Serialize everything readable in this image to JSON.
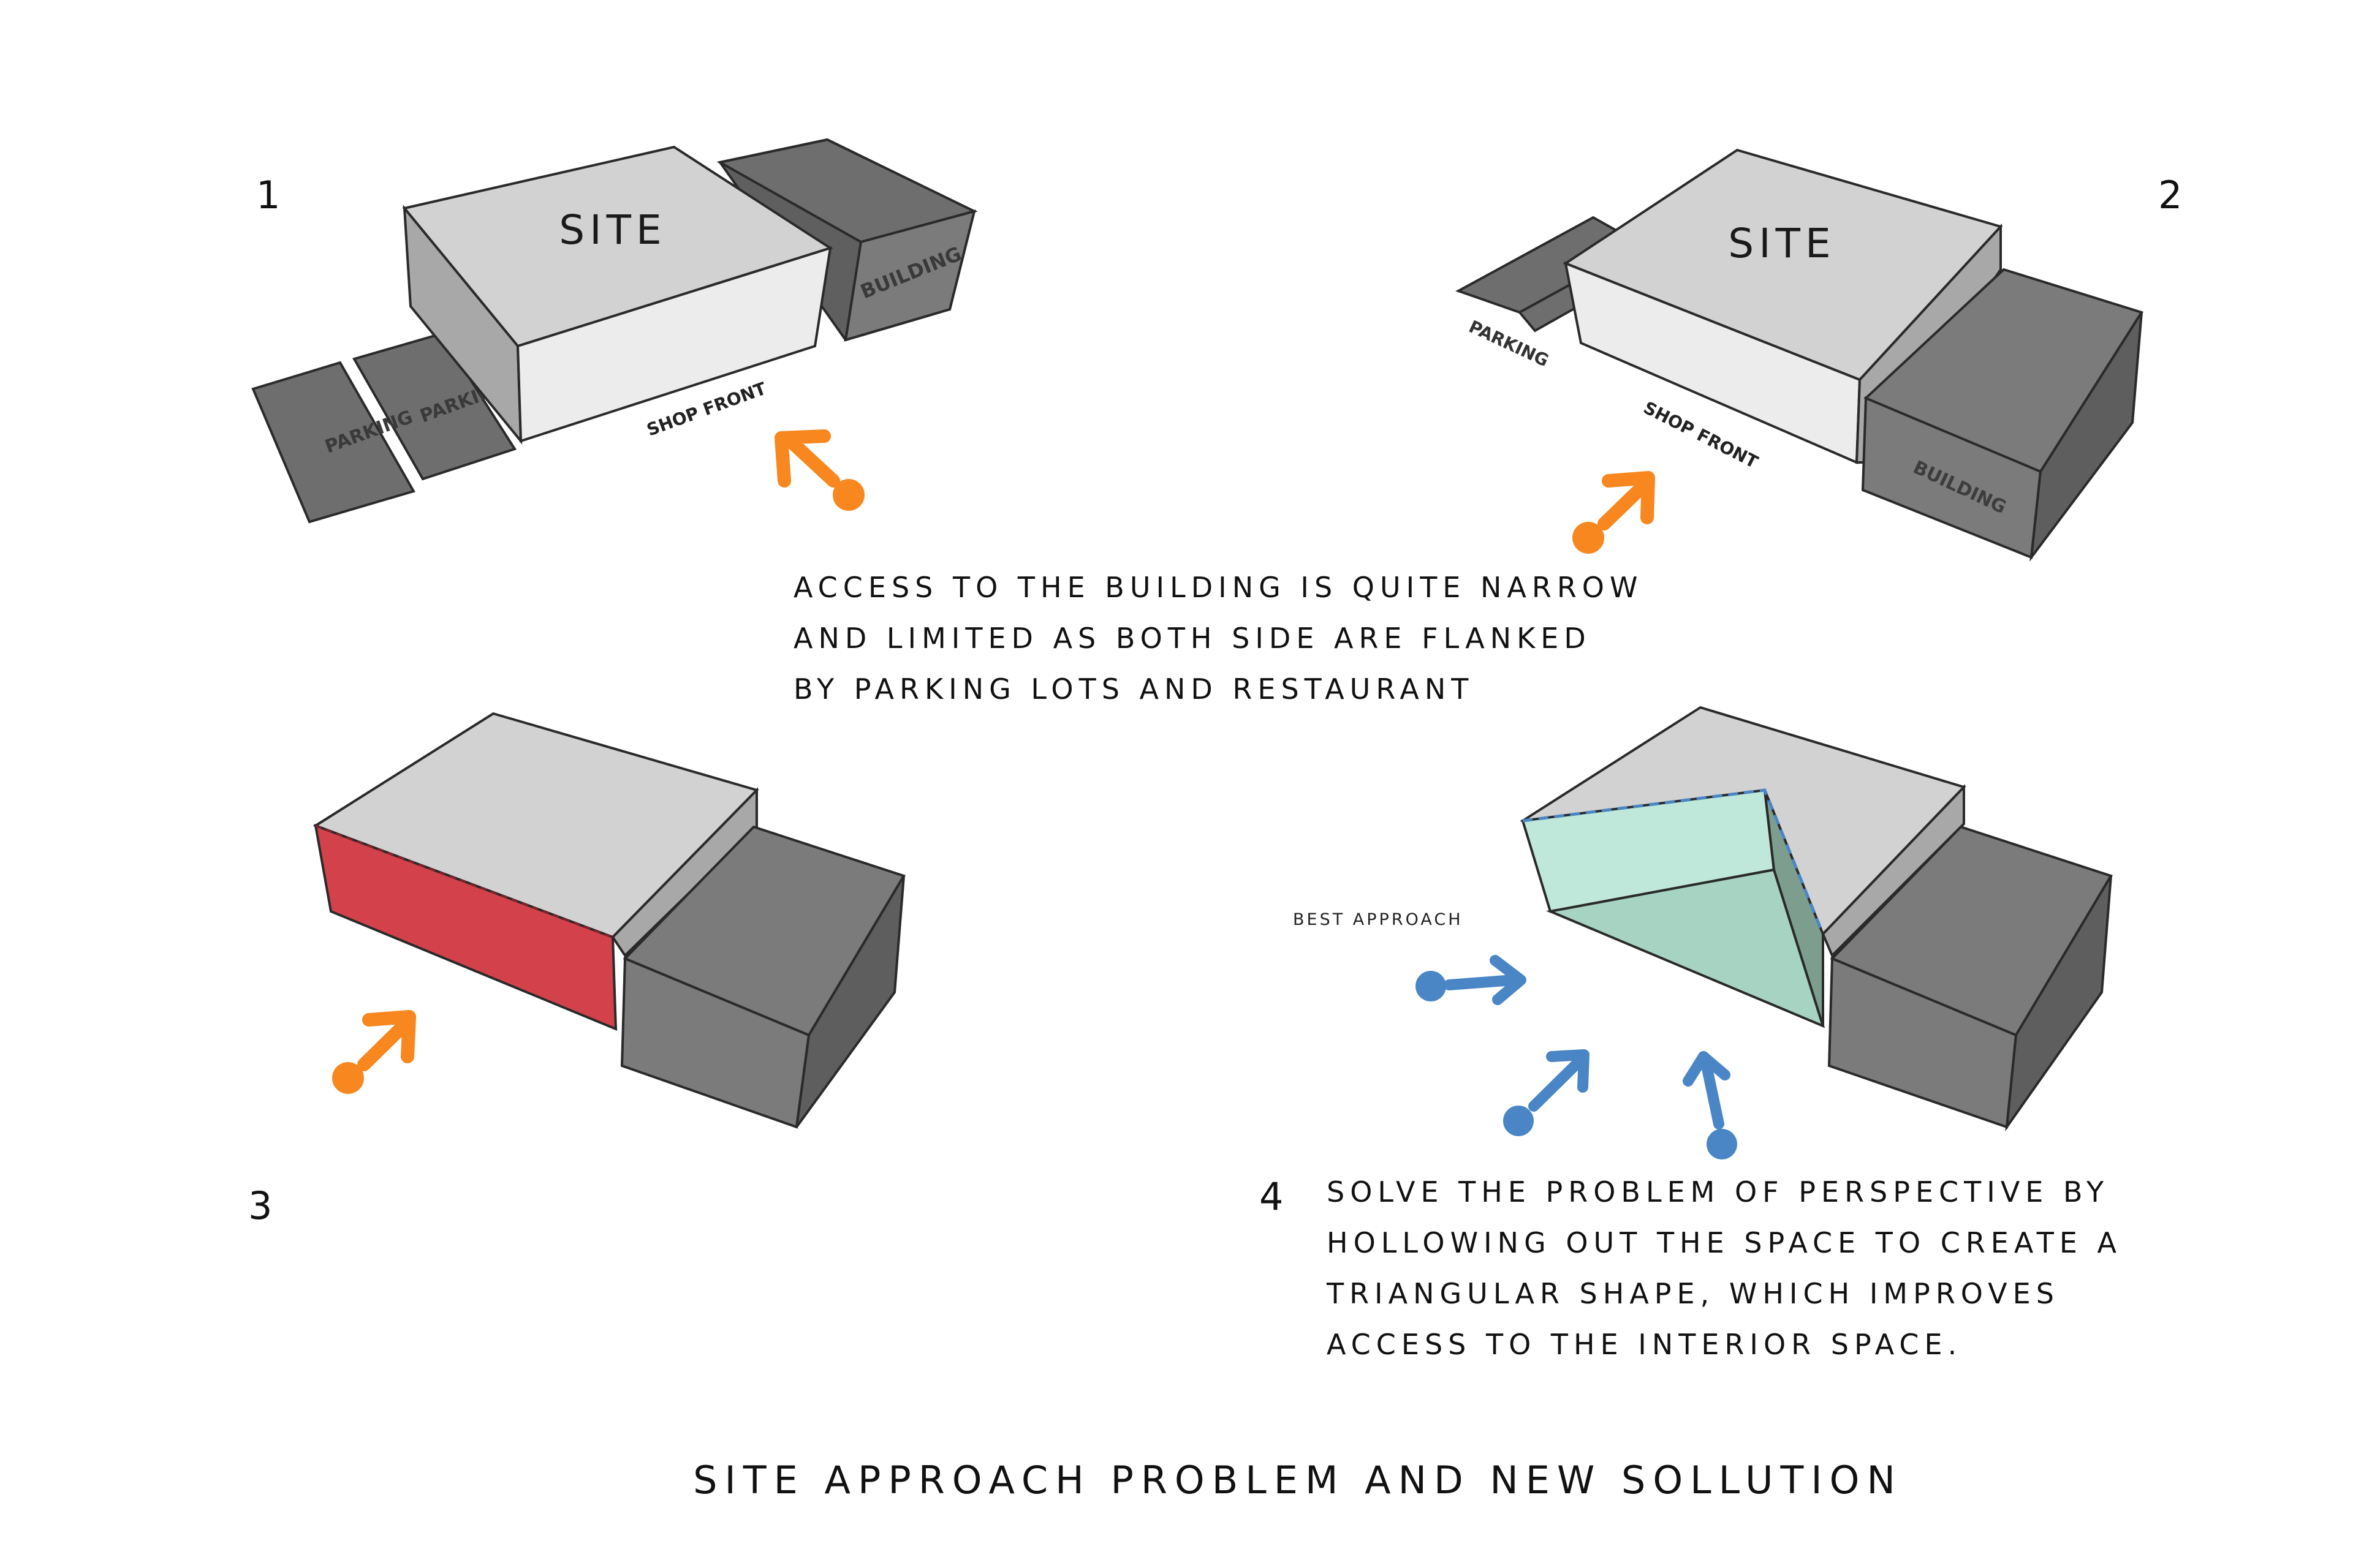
{
  "diagram": {
    "title": "SITE APPROACH PROBLEM AND NEW SOLLUTION",
    "panels": [
      {
        "number": "1",
        "site_label": "SITE",
        "building_label": "BUILDING",
        "parking_labels": [
          "PARKING",
          "PARKING"
        ],
        "front_label": "SHOP FRONT"
      },
      {
        "number": "2",
        "site_label": "SITE",
        "building_label": "BUILDING",
        "parking_labels": [
          "PARKING"
        ],
        "front_label": "SHOP FRONT"
      },
      {
        "number": "3"
      },
      {
        "number": "4",
        "approach_label": "BEST APPROACH"
      }
    ],
    "problem_text": [
      "ACCESS TO THE BUILDING IS QUITE NARROW",
      "AND LIMITED AS BOTH SIDE ARE FLANKED",
      "BY PARKING LOTS AND RESTAURANT"
    ],
    "solution_text": [
      "SOLVE THE PROBLEM OF PERSPECTIVE BY",
      "HOLLOWING OUT THE SPACE TO CREATE A",
      "TRIANGULAR SHAPE, WHICH IMPROVES",
      "ACCESS TO THE INTERIOR SPACE."
    ]
  },
  "colors": {
    "site_top": "#d2d2d2",
    "site_front": "#ececec",
    "site_side": "#a8a8a8",
    "building": "#7b7b7b",
    "building_dark": "#5e5e5e",
    "parking": "#6e6e6e",
    "problem_face": "#d3424a",
    "solution_face": "#bfe8da",
    "arrow_orange": "#f7871e",
    "arrow_blue": "#4a86c6"
  }
}
